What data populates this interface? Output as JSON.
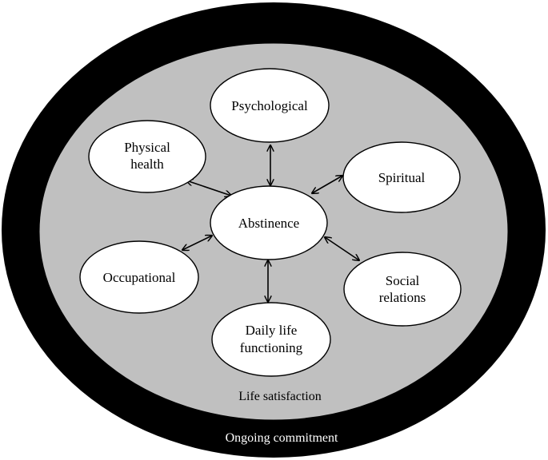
{
  "diagram": {
    "outer_ring": {
      "label": "Ongoing commitment",
      "color": "#000000"
    },
    "inner_area": {
      "label": "Life satisfaction",
      "color": "#c0c0c0"
    },
    "center": {
      "label": "Abstinence"
    },
    "domains": {
      "psychological": {
        "lines": [
          "Psychological"
        ]
      },
      "physical_health": {
        "lines": [
          "Physical",
          "health"
        ]
      },
      "spiritual": {
        "lines": [
          "Spiritual"
        ]
      },
      "occupational": {
        "lines": [
          "Occupational"
        ]
      },
      "social_relations": {
        "lines": [
          "Social",
          "relations"
        ]
      },
      "daily_life": {
        "lines": [
          "Daily life",
          "functioning"
        ]
      }
    },
    "node_fill": "#ffffff",
    "stroke_color": "#000000"
  }
}
